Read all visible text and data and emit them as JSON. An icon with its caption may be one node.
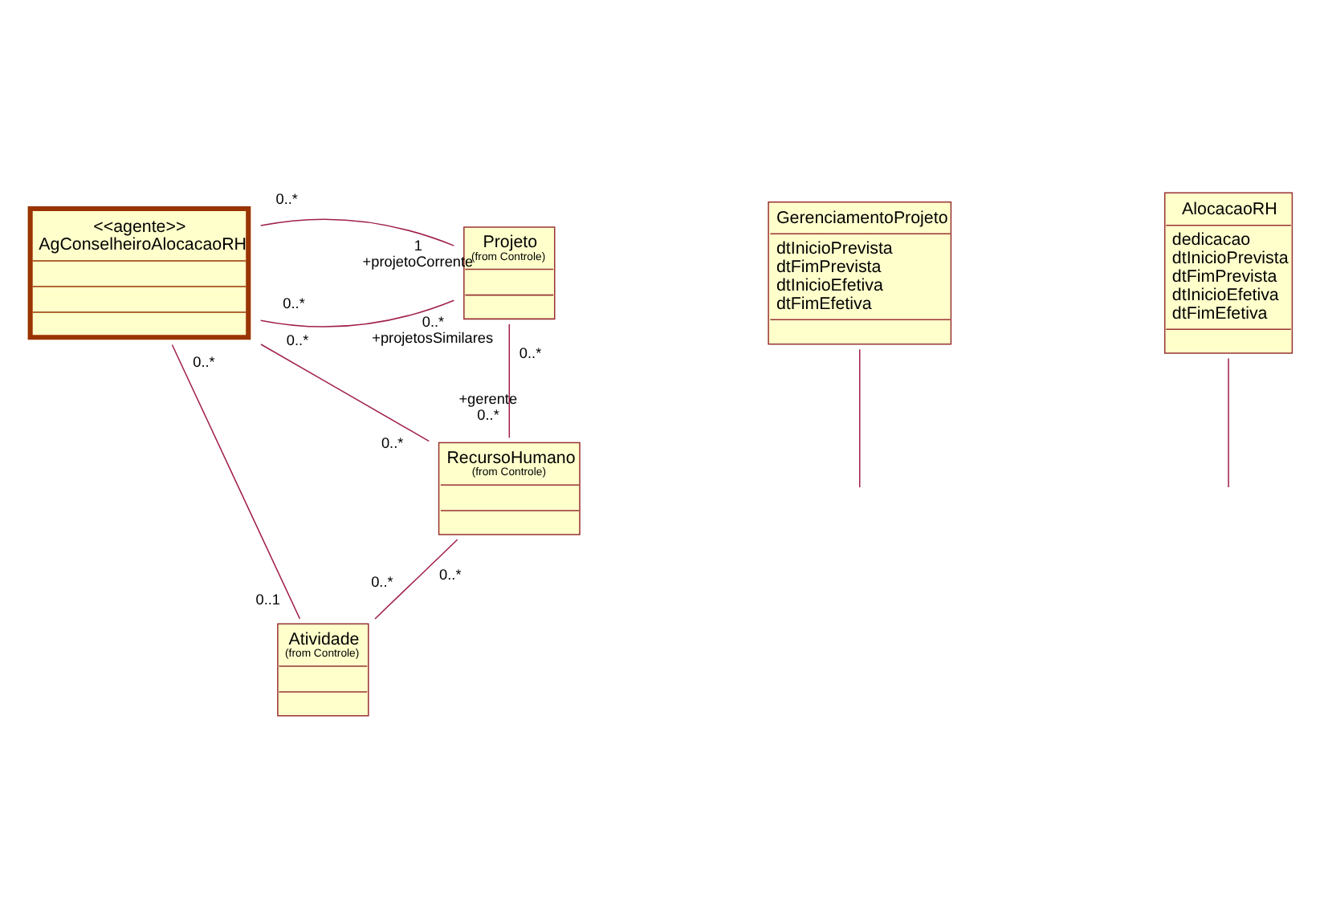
{
  "diagram": {
    "nodes": [
      {
        "text": [
          "<<agente>>",
          "AgConselheiroAlocacaoRH"
        ]
      },
      {
        "text": [
          "Projeto",
          "(from Controle)"
        ]
      },
      {
        "text": [
          "GerenciamentoProjeto",
          "dtInicioPrevista",
          "dtFimPrevista",
          "dtInicioEfetiva",
          "dtFimEfetiva"
        ]
      },
      {
        "text": [
          "RecursoHumano",
          "(from Controle)"
        ]
      },
      {
        "text": [
          "AlocacaoRH",
          "dedicacao",
          "dtInicioPrevista",
          "dtFimPrevista",
          "dtInicioEfetiva",
          "dtFimEfetiva"
        ]
      },
      {
        "text": [
          "Atividade",
          "(from Controle)"
        ]
      }
    ],
    "edges": [
      {
        "from": 0,
        "to": 1,
        "arrow": "none"
      },
      {
        "from": 0,
        "to": 1,
        "arrow": "none"
      },
      {
        "from": 0,
        "to": 3,
        "arrow": "none"
      },
      {
        "from": 1,
        "to": 3,
        "arrow": "none"
      },
      {
        "from": 2,
        "to": null,
        "arrow": "none"
      },
      {
        "from": 0,
        "to": 5,
        "arrow": "none"
      },
      {
        "from": 3,
        "to": 5,
        "arrow": "none"
      },
      {
        "from": 4,
        "to": null,
        "arrow": "none"
      }
    ],
    "labels": [
      "0..*",
      "0..*",
      "+projetosSimilares",
      "0..*",
      "1",
      "+projetoCorrente",
      "0..*",
      "0..*",
      "0..*",
      "0..*",
      "+gerente",
      "0..*",
      "0..*",
      "0..*",
      "0..1"
    ]
  }
}
